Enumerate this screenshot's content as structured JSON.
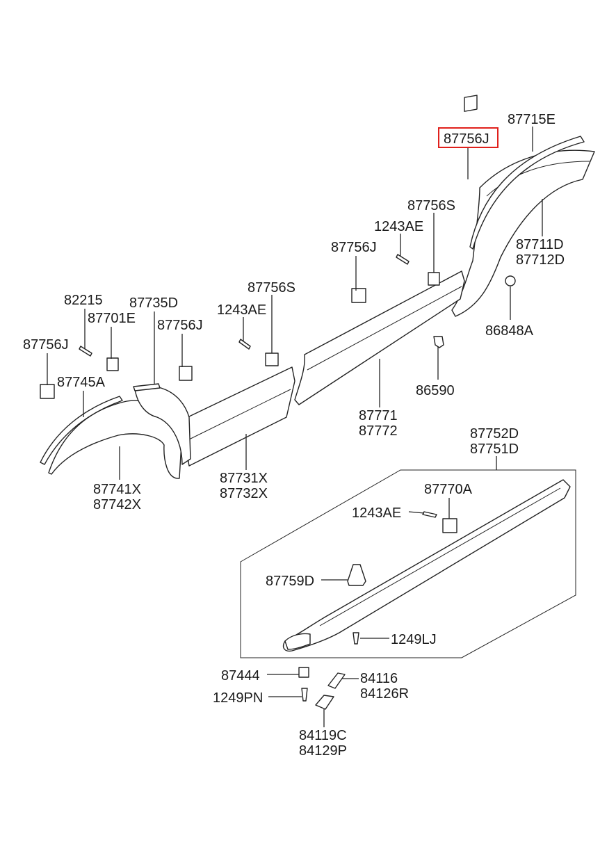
{
  "diagram": {
    "highlight_color": "#e0201c",
    "highlighted_label": "87756J",
    "labels": {
      "l_87715E": "87715E",
      "l_87756J_top": "87756J",
      "l_87756S_top": "87756S",
      "l_1243AE_top": "1243AE",
      "l_87711D": "87711D",
      "l_87712D": "87712D",
      "l_87756J_mid": "87756J",
      "l_87756S_mid": "87756S",
      "l_1243AE_mid": "1243AE",
      "l_86848A": "86848A",
      "l_82215": "82215",
      "l_87735D": "87735D",
      "l_87701E": "87701E",
      "l_87756J_left2": "87756J",
      "l_87756J_left": "87756J",
      "l_87745A": "87745A",
      "l_86590": "86590",
      "l_87771": "87771",
      "l_87772": "87772",
      "l_87741X": "87741X",
      "l_87742X": "87742X",
      "l_87731X": "87731X",
      "l_87732X": "87732X",
      "l_87752D": "87752D",
      "l_87751D": "87751D",
      "l_87770A": "87770A",
      "l_1243AE_box": "1243AE",
      "l_87759D": "87759D",
      "l_1249LJ": "1249LJ",
      "l_87444": "87444",
      "l_84116": "84116",
      "l_84126R": "84126R",
      "l_1249PN": "1249PN",
      "l_84119C": "84119C",
      "l_84129P": "84129P"
    }
  }
}
